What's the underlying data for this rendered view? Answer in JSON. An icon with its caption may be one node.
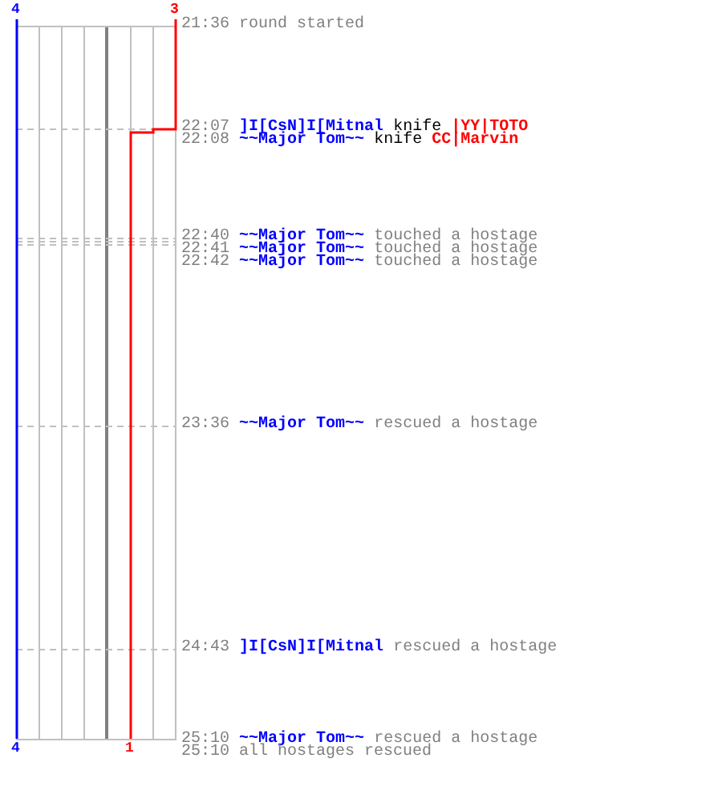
{
  "diagram": {
    "labels": [
      "4",
      "3",
      "21:36",
      "round started",
      "22:07",
      "]I[CsN]I[Mitnal",
      "knife",
      "|YY|TOTO",
      "22:08",
      "~~Major Tom~~",
      "knife",
      "CC|Marvin",
      "22:40",
      "~~Major Tom~~",
      "touched a hostage",
      "22:41",
      "~~Major Tom~~",
      "touched a hostage",
      "22:42",
      "~~Major Tom~~",
      "touched a hostage",
      "23:36",
      "~~Major Tom~~",
      "rescued a hostage",
      "24:43",
      "]I[CsN]I[Mitnal",
      "rescued a hostage",
      "25:10",
      "~~Major Tom~~",
      "rescued a hostage",
      "25:10",
      "all hostages rescued",
      "4",
      "1"
    ]
  }
}
